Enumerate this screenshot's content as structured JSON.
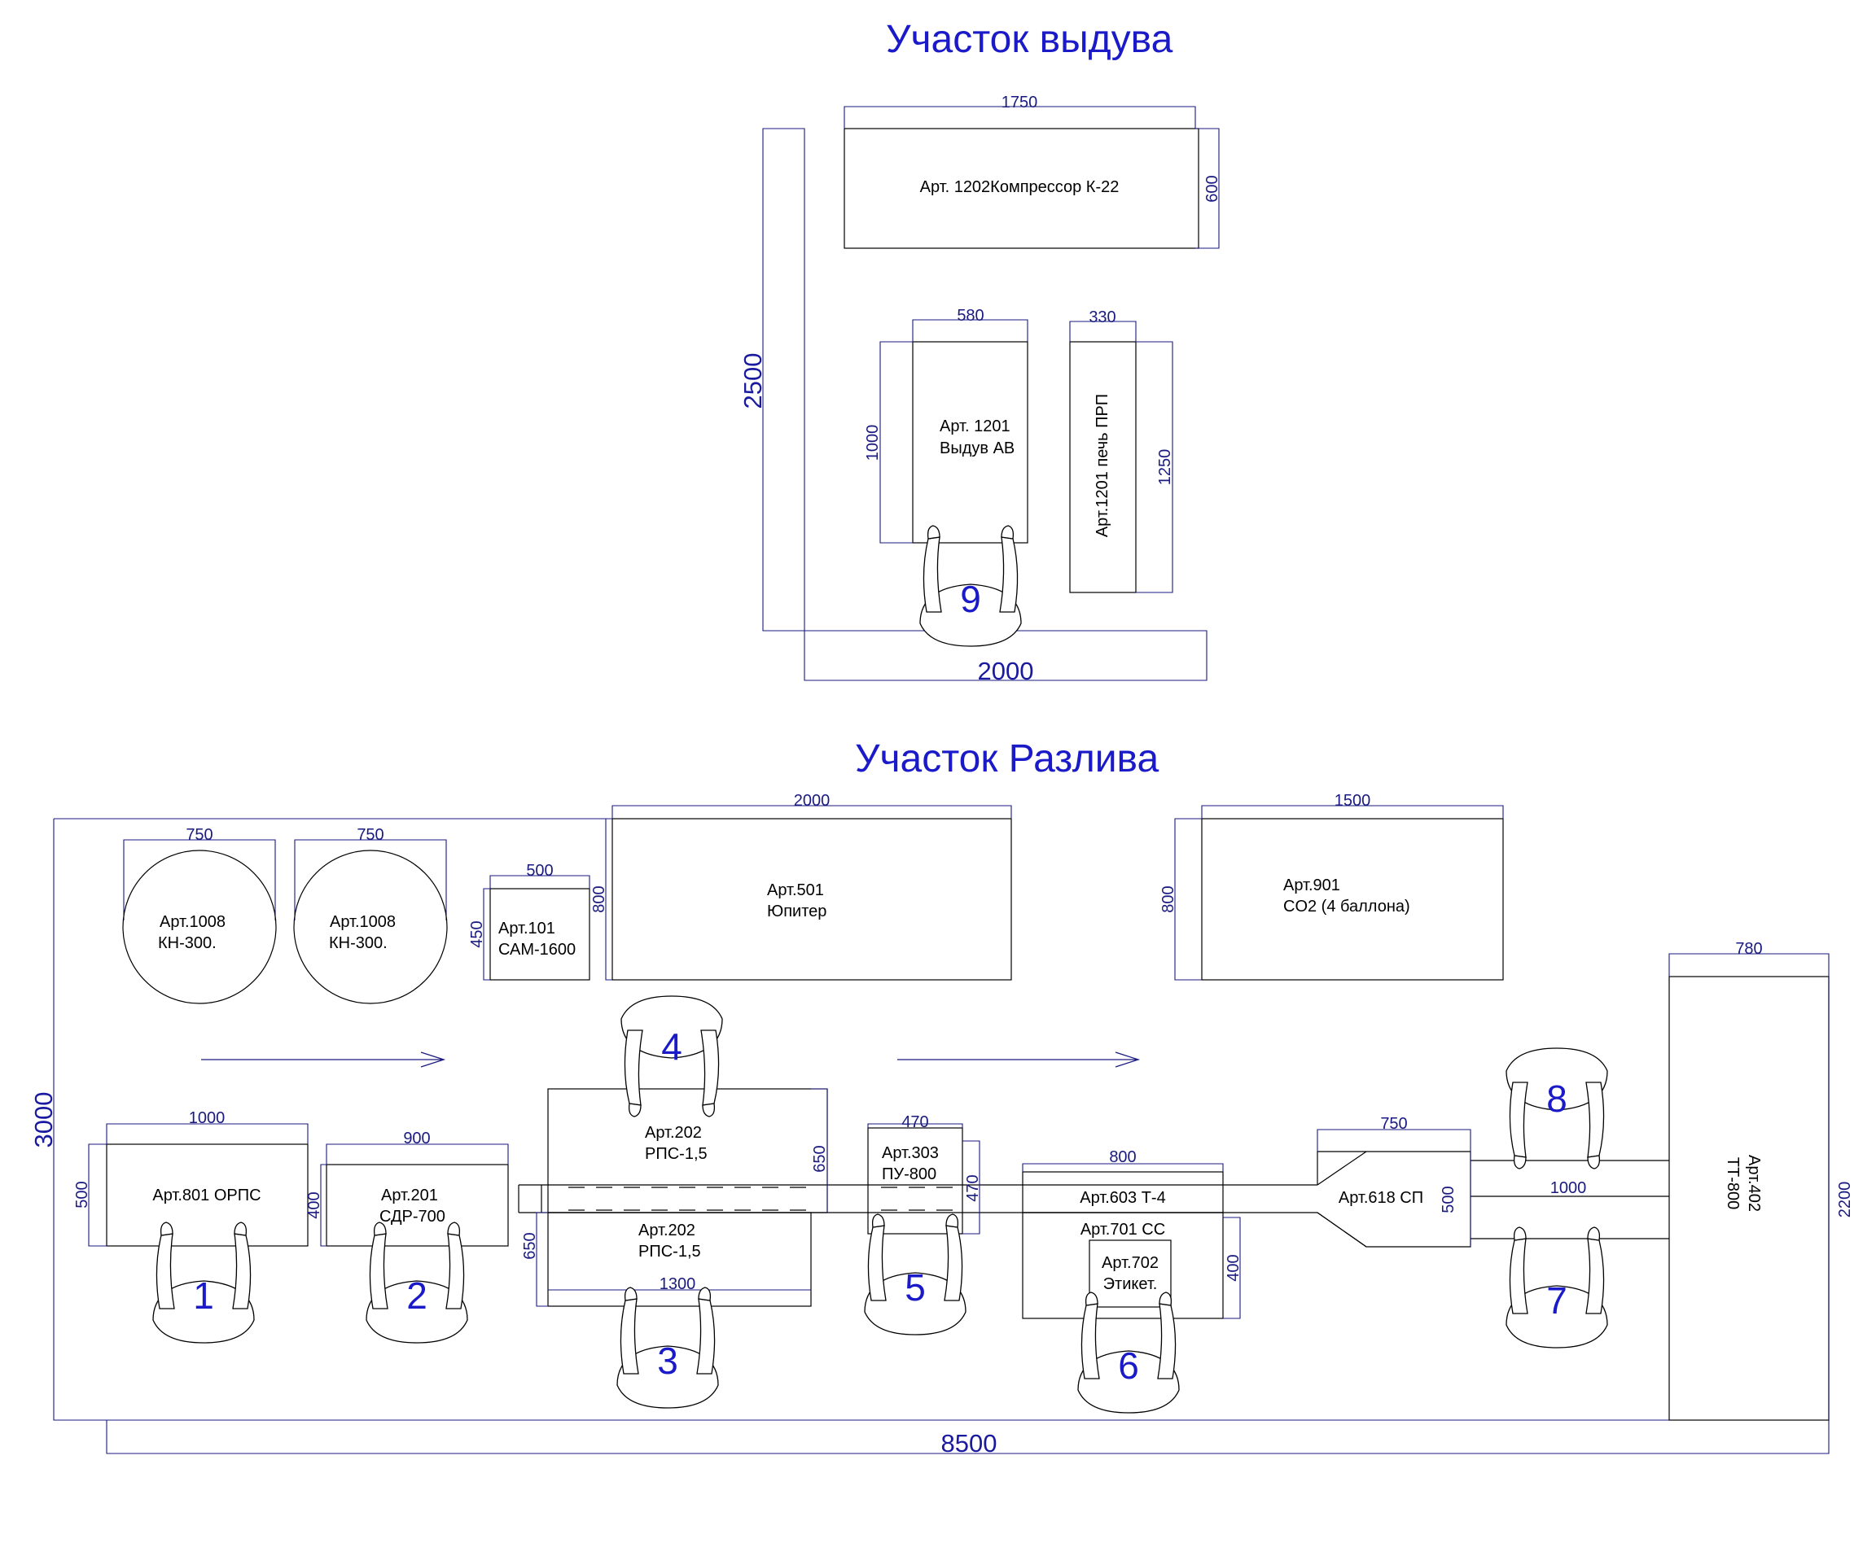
{
  "titles": {
    "blowing": "Участок выдува",
    "filling": "Участок Разлива"
  },
  "blowing_area": {
    "wall_height": "2500",
    "wall_width": "2000",
    "compressor": {
      "label": "Арт. 1202Компрессор К-22",
      "width": "1750",
      "depth": "600"
    },
    "blower": {
      "line1": "Арт. 1201",
      "line2": "Выдув АВ",
      "width": "580",
      "height": "1000"
    },
    "oven": {
      "label": "Арт.1201 печь ПРП",
      "width": "330",
      "height": "1250"
    }
  },
  "filling_area": {
    "room_width": "8500",
    "room_depth": "3000",
    "tank1": {
      "line1": "Арт.1008",
      "line2": "КН-300.",
      "width": "750"
    },
    "tank2": {
      "line1": "Арт.1008",
      "line2": "КН-300.",
      "width": "750"
    },
    "sam": {
      "line1": "Арт.101",
      "line2": "САМ-1600",
      "width": "500",
      "depth": "450"
    },
    "jupiter": {
      "line1": "Арт.501",
      "line2": "Юпитер",
      "width": "2000",
      "depth": "800"
    },
    "co2": {
      "line1": "Арт.901",
      "line2": "CO2 (4 баллона)",
      "width": "1500",
      "depth": "800"
    },
    "orps": {
      "label": "Арт.801 ОРПС",
      "width": "1000",
      "depth": "500"
    },
    "sdr": {
      "line1": "Арт.201",
      "line2": "СДР-700",
      "width": "900",
      "depth": "400"
    },
    "rps_top": {
      "line1": "Арт.202",
      "line2": "РПС-1,5",
      "depth": "650"
    },
    "rps_bottom": {
      "line1": "Арт.202",
      "line2": "РПС-1,5",
      "width": "1300",
      "depth": "650"
    },
    "pu": {
      "line1": "Арт.303",
      "line2": "ПУ-800",
      "width": "470",
      "depth": "470"
    },
    "t4": {
      "label": "Арт.603 Т-4",
      "width": "800"
    },
    "cc": {
      "label": "Арт.701 СС",
      "depth": "400"
    },
    "labeler": {
      "line1": "Арт.702",
      "line2": "Этикет."
    },
    "sp": {
      "label": "Арт.618 СП",
      "width": "750",
      "depth": "500"
    },
    "conveyor_len": "1000",
    "table": {
      "line1": "Арт.402",
      "line2": "ТТ-800",
      "width": "780",
      "depth": "2200"
    }
  },
  "workers": [
    "1",
    "2",
    "3",
    "4",
    "5",
    "6",
    "7",
    "8",
    "9"
  ]
}
